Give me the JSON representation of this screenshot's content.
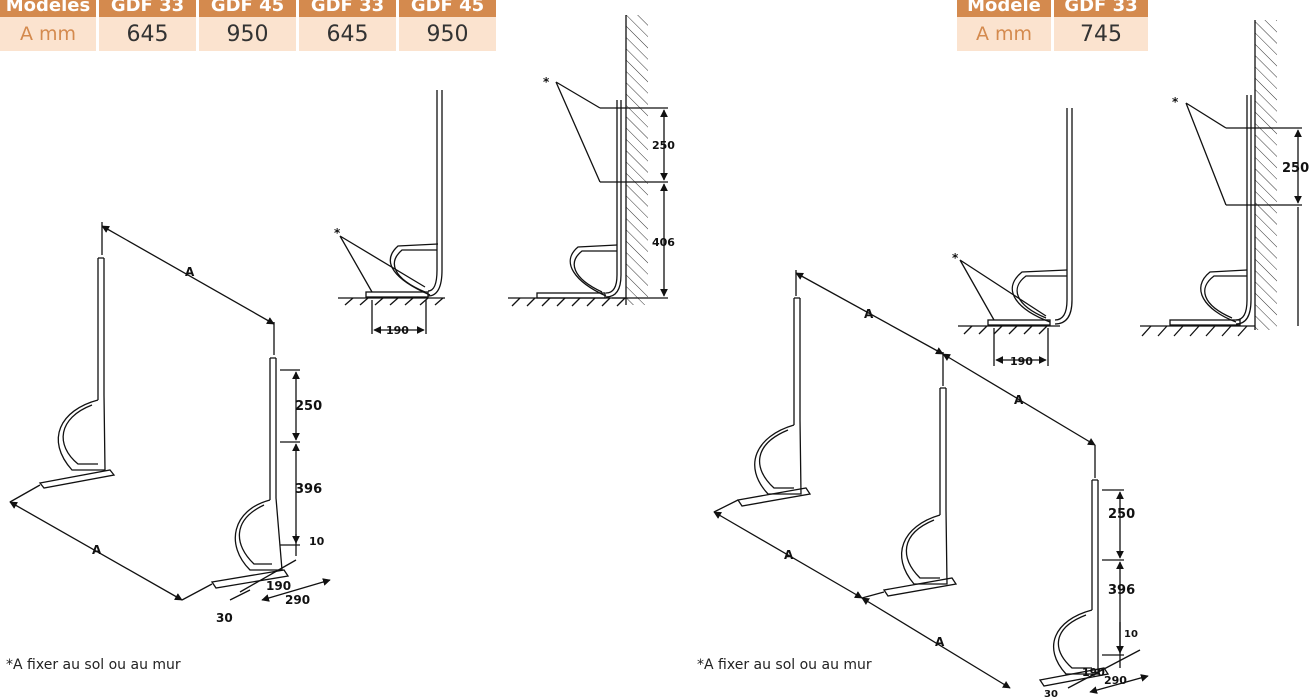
{
  "table_left": {
    "headers": [
      "Modèles",
      "GDF 33",
      "GDF 45",
      "GDF 33",
      "GDF 45"
    ],
    "row_label": "A mm",
    "values": [
      "645",
      "950",
      "645",
      "950"
    ]
  },
  "table_right": {
    "headers": [
      "Modèle",
      "GDF 33"
    ],
    "row_label": "A mm",
    "values": [
      "745"
    ]
  },
  "notes": {
    "left": "*A fixer au sol ou au mur",
    "right": "*A fixer au sol ou au mur"
  },
  "labels": {
    "dim_A": "A",
    "star": "*",
    "d250": "250",
    "d396": "396",
    "d406": "406",
    "d10": "10",
    "d190": "190",
    "d290": "290",
    "d30": "30"
  }
}
